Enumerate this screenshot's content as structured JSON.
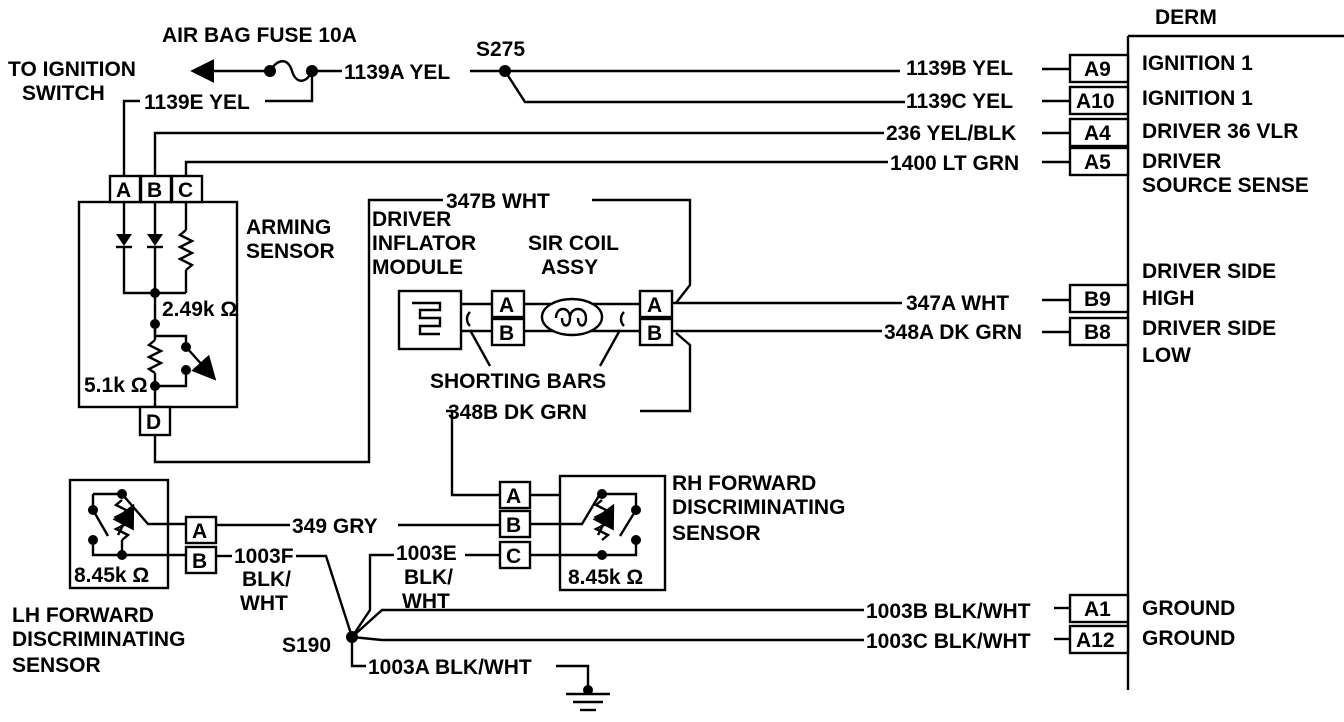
{
  "derm": {
    "title": "DERM",
    "pins": [
      {
        "pin": "A9",
        "wire": "1139B YEL",
        "function": "IGNITION 1"
      },
      {
        "pin": "A10",
        "wire": "1139C YEL",
        "function": "IGNITION 1"
      },
      {
        "pin": "A4",
        "wire": "236 YEL/BLK",
        "function": "DRIVER 36 VLR"
      },
      {
        "pin": "A5",
        "wire": "1400 LT GRN",
        "function_lines": [
          "DRIVER",
          "SOURCE SENSE"
        ]
      },
      {
        "pin": "B9",
        "wire": "347A WHT",
        "function_lines": [
          "DRIVER SIDE",
          "HIGH"
        ]
      },
      {
        "pin": "B8",
        "wire": "348A DK GRN",
        "function_lines": [
          "DRIVER SIDE",
          "LOW"
        ]
      },
      {
        "pin": "A1",
        "wire": "1003B BLK/WHT",
        "function": "GROUND"
      },
      {
        "pin": "A12",
        "wire": "1003C BLK/WHT",
        "function": "GROUND"
      }
    ]
  },
  "fuse": {
    "label": "AIR BAG FUSE 10A"
  },
  "ignition": {
    "lines": [
      "TO IGNITION",
      "SWITCH"
    ]
  },
  "splices": {
    "s275": "S275",
    "s190": "S190"
  },
  "wires": {
    "w1139a": "1139A YEL",
    "w1139e": "1139E YEL",
    "w347b": "347B WHT",
    "w348b": "348B DK GRN",
    "w349": "349 GRY",
    "w1003f": [
      "1003F",
      "BLK/",
      "WHT"
    ],
    "w1003e": [
      "1003E",
      "BLK/",
      "WHT"
    ],
    "w1003a": "1003A BLK/WHT"
  },
  "arming_sensor": {
    "name_lines": [
      "ARMING",
      "SENSOR"
    ],
    "pins": [
      "A",
      "B",
      "C",
      "D"
    ],
    "r_upper": "2.49k Ω",
    "r_lower": "5.1k Ω"
  },
  "inflator": {
    "name_lines": [
      "DRIVER",
      "INFLATOR",
      "MODULE"
    ],
    "pins": [
      "A",
      "B"
    ]
  },
  "sir_coil": {
    "name_lines": [
      "SIR COIL",
      "ASSY"
    ],
    "pins": [
      "A",
      "B"
    ]
  },
  "shorting_bars": "SHORTING BARS",
  "rh_sensor": {
    "name_lines": [
      "RH FORWARD",
      "DISCRIMINATING",
      "SENSOR"
    ],
    "pins": [
      "A",
      "B",
      "C"
    ],
    "resistance": "8.45k Ω"
  },
  "lh_sensor": {
    "name_lines": [
      "LH FORWARD",
      "DISCRIMINATING",
      "SENSOR"
    ],
    "pins": [
      "A",
      "B"
    ],
    "resistance": "8.45k Ω"
  }
}
